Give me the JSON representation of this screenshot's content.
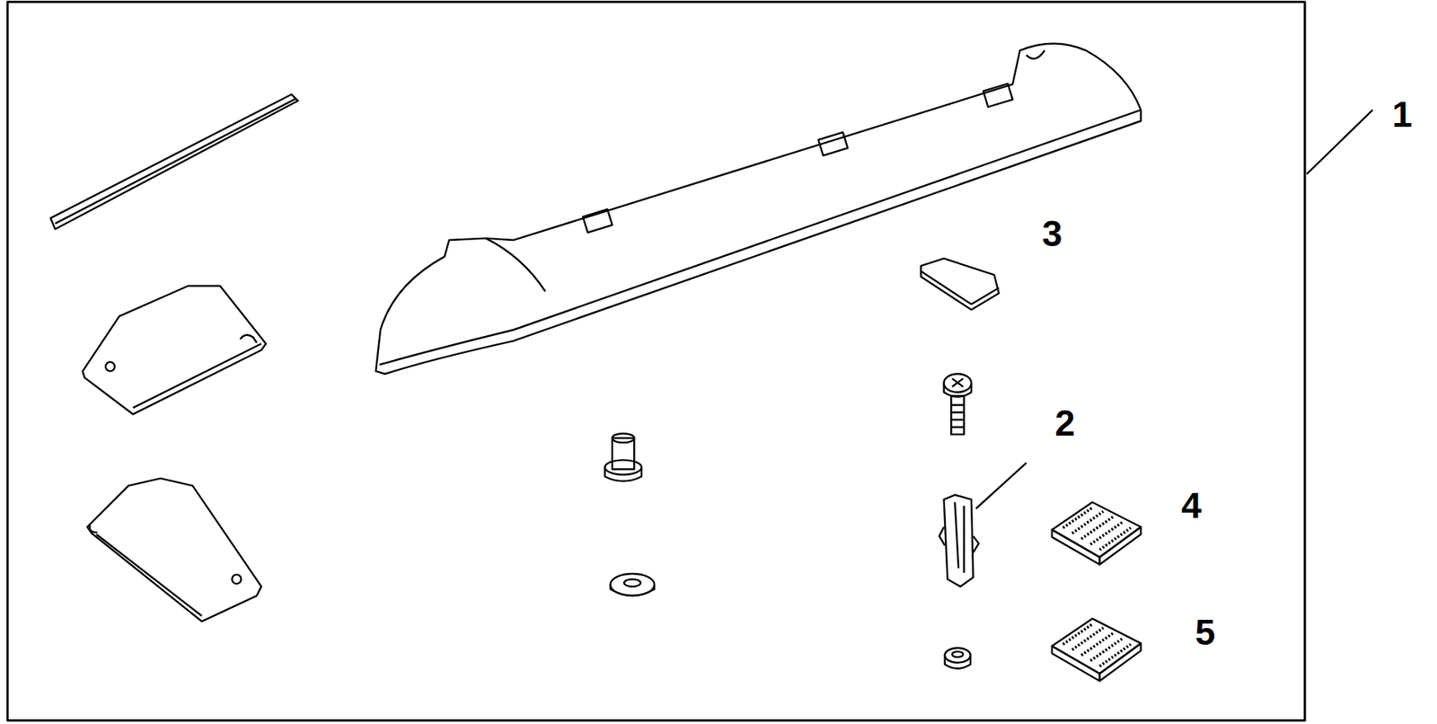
{
  "diagram": {
    "labels": [
      "1",
      "3",
      "2",
      "4",
      "5"
    ]
  }
}
